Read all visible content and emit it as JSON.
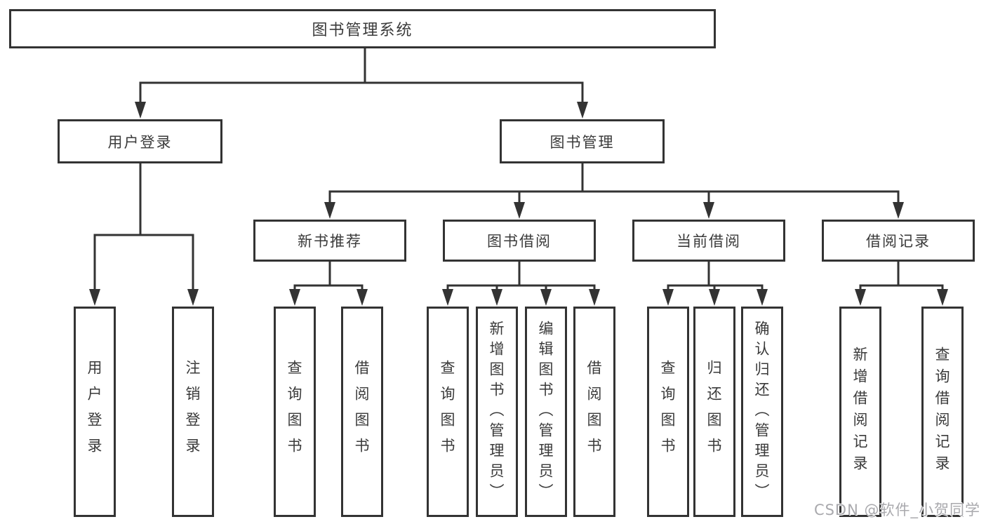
{
  "diagram": {
    "title_node": "图书管理系统",
    "level2": [
      {
        "label": "用户登录"
      },
      {
        "label": "图书管理"
      }
    ],
    "level3": [
      {
        "label": "新书推荐"
      },
      {
        "label": "图书借阅"
      },
      {
        "label": "当前借阅"
      },
      {
        "label": "借阅记录"
      }
    ],
    "leaves": [
      {
        "label": "用户登录"
      },
      {
        "label": "注销登录"
      },
      {
        "label": "查询图书"
      },
      {
        "label": "借阅图书"
      },
      {
        "label": "查询图书"
      },
      {
        "label": "新增图书（管理员）"
      },
      {
        "label": "编辑图书（管理员）"
      },
      {
        "label": "借阅图书"
      },
      {
        "label": "查询图书"
      },
      {
        "label": "归还图书"
      },
      {
        "label": "确认归还（管理员）"
      },
      {
        "label": "新增借阅记录"
      },
      {
        "label": "查询借阅记录"
      }
    ],
    "watermark": "CSDN @软件_小贺同学",
    "colors": {
      "line": "#333333",
      "text": "#3a3a3a",
      "background": "#ffffff",
      "watermark": "#a9a9ad"
    }
  }
}
